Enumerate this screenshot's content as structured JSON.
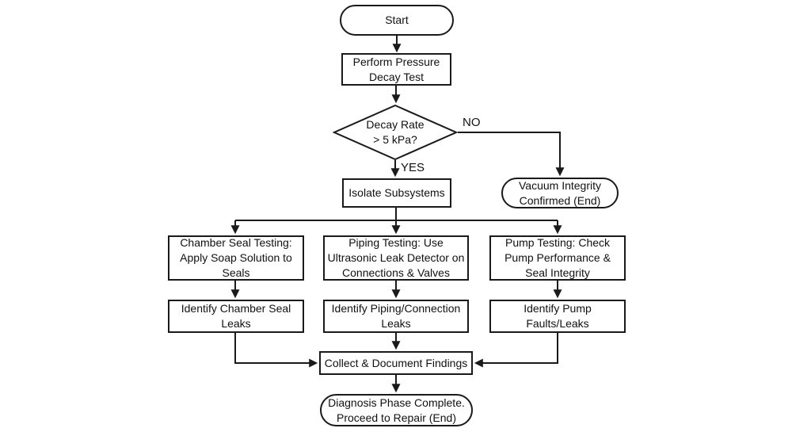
{
  "colors": {
    "line": "#1a1a1a",
    "background": "#ffffff",
    "node_fill": "#ffffff",
    "text": "#111111"
  },
  "nodes": {
    "start": {
      "type": "terminator",
      "label": "Start"
    },
    "perform_test": {
      "type": "process",
      "label": "Perform Pressure\nDecay Test"
    },
    "decision": {
      "type": "decision",
      "label": "Decay Rate\n> 5 kPa?"
    },
    "isolate": {
      "type": "process",
      "label": "Isolate Subsystems"
    },
    "vacuum_ok": {
      "type": "terminator",
      "label": "Vacuum Integrity\nConfirmed (End)"
    },
    "chamber_test": {
      "type": "process",
      "label": "Chamber Seal Testing:\nApply Soap Solution to\nSeals"
    },
    "piping_test": {
      "type": "process",
      "label": "Piping Testing: Use\nUltrasonic Leak Detector on\nConnections & Valves"
    },
    "pump_test": {
      "type": "process",
      "label": "Pump Testing: Check\nPump Performance &\nSeal Integrity"
    },
    "identify_chamber": {
      "type": "process",
      "label": "Identify Chamber Seal\nLeaks"
    },
    "identify_piping": {
      "type": "process",
      "label": "Identify Piping/Connection\nLeaks"
    },
    "identify_pump": {
      "type": "process",
      "label": "Identify Pump\nFaults/Leaks"
    },
    "collect": {
      "type": "process",
      "label": "Collect & Document Findings"
    },
    "diagnosis_complete": {
      "type": "terminator",
      "label": "Diagnosis Phase Complete.\nProceed to Repair (End)"
    }
  },
  "edge_labels": {
    "yes": "YES",
    "no": "NO"
  }
}
